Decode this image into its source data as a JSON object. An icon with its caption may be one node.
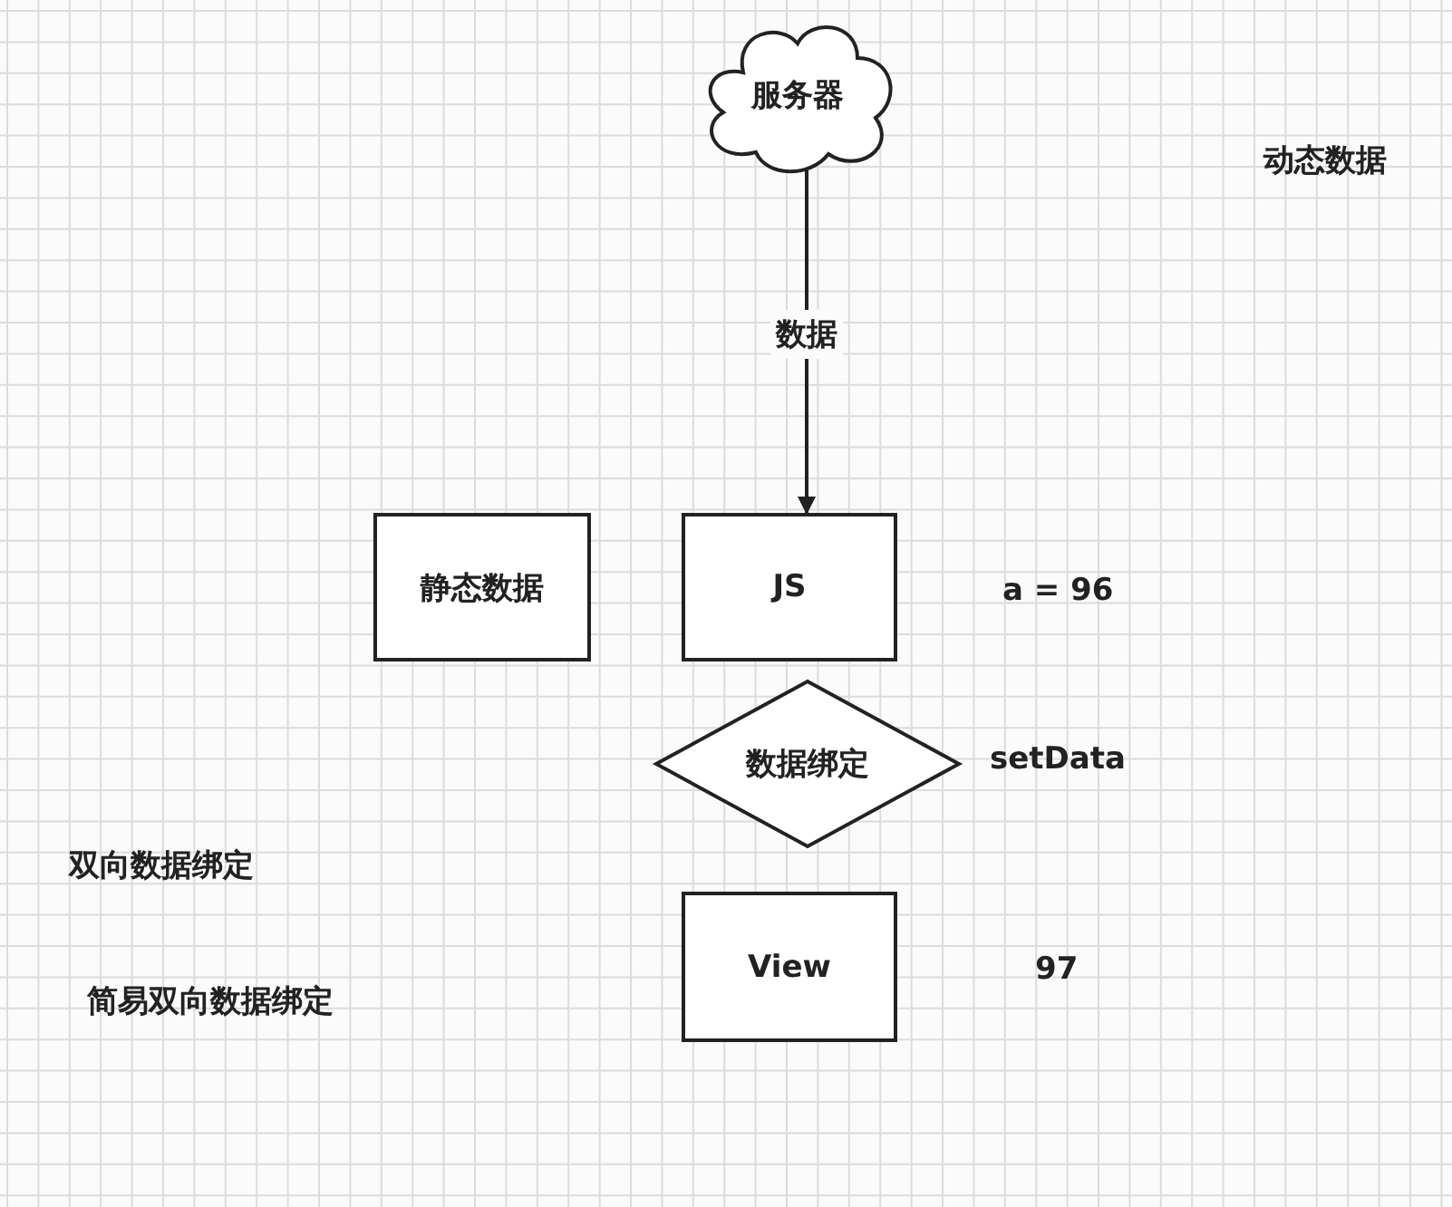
{
  "diagram": {
    "nodes": [
      {
        "text": [
          "服务器"
        ]
      },
      {
        "text": [
          "静态数据"
        ]
      },
      {
        "text": [
          "JS"
        ]
      },
      {
        "text": [
          "数据绑定"
        ]
      },
      {
        "text": [
          "View"
        ]
      }
    ],
    "edges": [
      {
        "from": 0,
        "to": 2,
        "arrow": "to",
        "label": "数据"
      }
    ],
    "labels": [
      "动态数据",
      "a = 96",
      "setData",
      "双向数据绑定",
      "97",
      "简易双向数据绑定"
    ]
  }
}
